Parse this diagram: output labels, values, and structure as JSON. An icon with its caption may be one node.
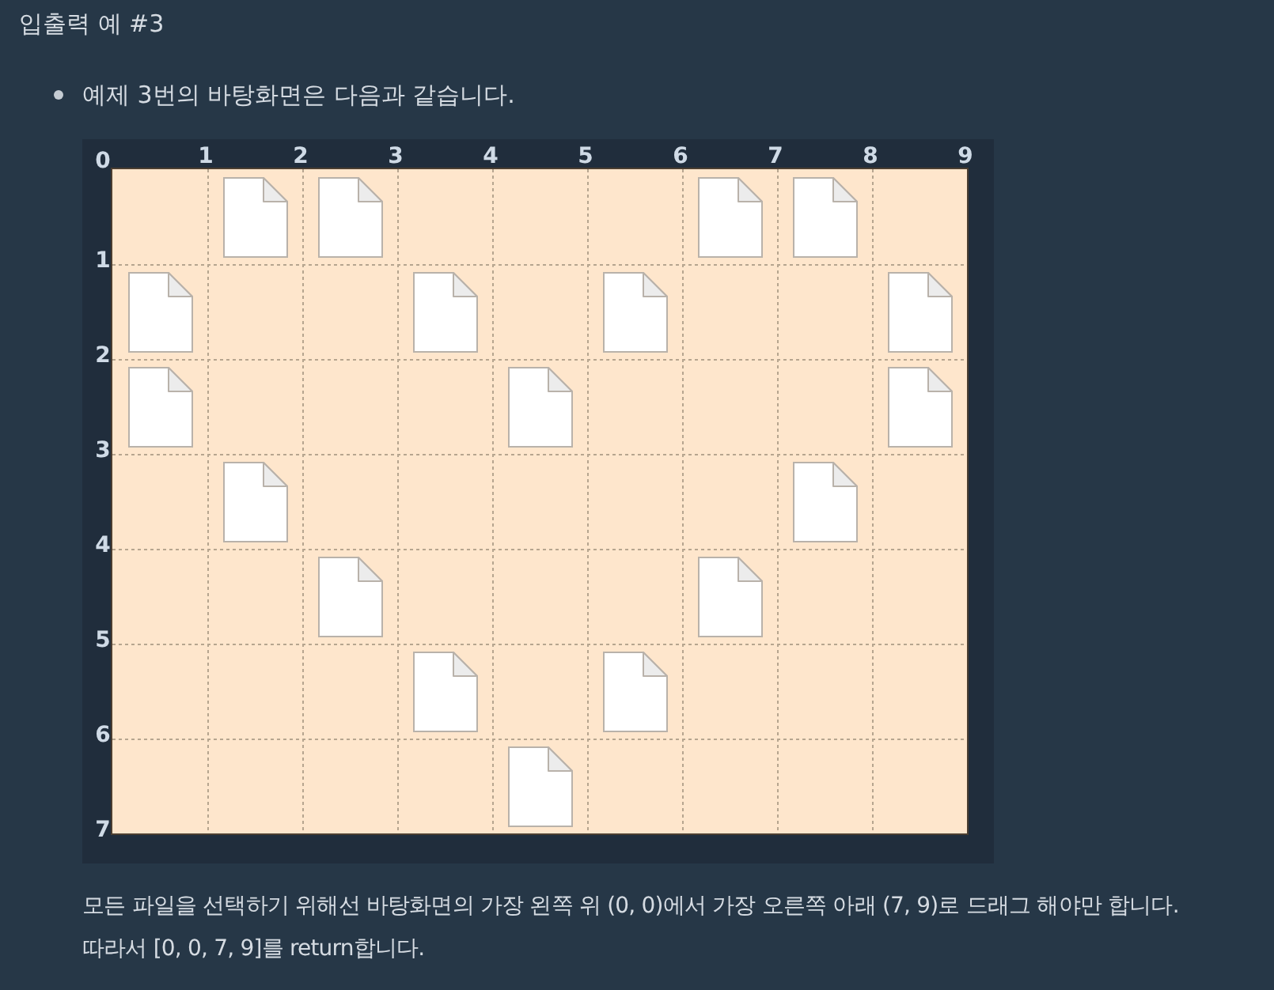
{
  "diagram": {
    "title": "입출력 예 #3",
    "labels": [
      "예제 3번의 바탕화면은 다음과 같습니다.",
      "0",
      "1",
      "2",
      "3",
      "4",
      "5",
      "6",
      "7",
      "8",
      "9",
      "1",
      "2",
      "3",
      "4",
      "5",
      "6",
      "7",
      "모든 파일을 선택하기 위해선 바탕화면의 가장 왼쪽 위 (0, 0)에서 가장 오른쪽 아래 (7, 9)로 드래그 해야만 합니다.",
      "따라서 [0, 0, 7, 9]를 return합니다."
    ]
  }
}
